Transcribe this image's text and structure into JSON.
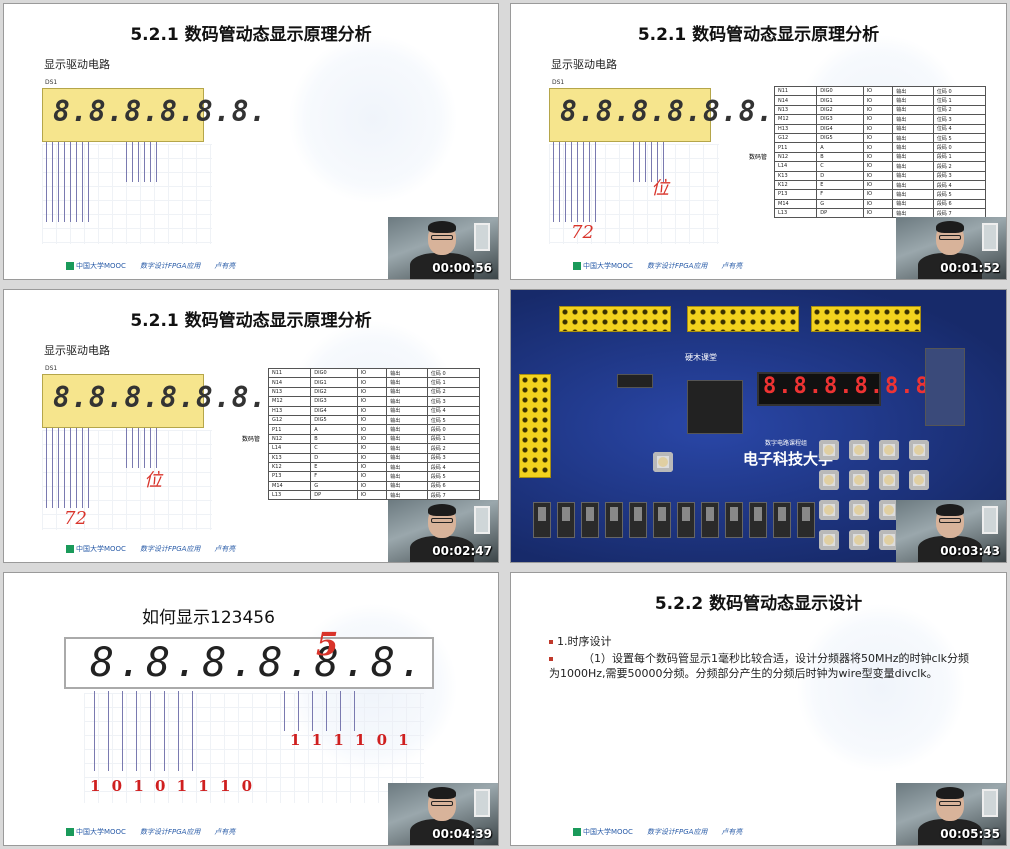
{
  "panels": [
    {
      "title": "5.2.1  数码管动态显示原理分析",
      "subtitle": "显示驱动电路",
      "display_digits": "8.8.8.8.8.8.",
      "time": "00:00:56",
      "handwriting": "",
      "footer": {
        "org": "中国大学MOOC",
        "course": "数字设计FPGA应用",
        "author": "卢有亮"
      }
    },
    {
      "title": "5.2.1  数码管动态显示原理分析",
      "subtitle": "显示驱动电路",
      "display_digits": "8.8.8.8.8.8.",
      "time": "00:01:52",
      "handwriting": "位",
      "handwriting2": "72",
      "footer": {
        "org": "中国大学MOOC",
        "course": "数字设计FPGA应用",
        "author": "卢有亮"
      }
    },
    {
      "title": "5.2.1  数码管动态显示原理分析",
      "subtitle": "显示驱动电路",
      "display_digits": "8.8.8.8.8.8.",
      "time": "00:02:47",
      "handwriting": "位",
      "handwriting2": "72",
      "footer": {
        "org": "中国大学MOOC",
        "course": "数字设计FPGA应用",
        "author": "卢有亮"
      }
    },
    {
      "board_title": "电子科技大学",
      "board_sub": "数字电路课程组",
      "board_brand": "硬木课堂",
      "seg_text": "8.8.8.8.8.8.",
      "time": "00:03:43"
    },
    {
      "title": "如何显示123456",
      "display_digits": "8.8.8.8.8.8.",
      "bits_low": "1 0 1 0 1 1 1 0",
      "bits_high": "1 1 1 1 0 1",
      "hand_digit": "5",
      "time": "00:04:39",
      "footer": {
        "org": "中国大学MOOC",
        "course": "数字设计FPGA应用",
        "author": "卢有亮"
      }
    },
    {
      "title": "5.2.2  数码管动态显示设计",
      "bullet": "1.时序设计",
      "paragraph": "（1）设置每个数码管显示1毫秒比较合适，设计分频器将50MHz的时钟clk分频为1000Hz,需要50000分频。分频部分产生的分频后时钟为wire型变量divclk。",
      "time": "00:05:35",
      "footer": {
        "org": "中国大学MOOC",
        "course": "数字设计FPGA应用",
        "author": "卢有亮"
      }
    }
  ],
  "pin_table": [
    [
      "N11",
      "DIG0",
      "IO",
      "输出",
      "位码 0"
    ],
    [
      "N14",
      "DIG1",
      "IO",
      "输出",
      "位码 1"
    ],
    [
      "N13",
      "DIG2",
      "IO",
      "输出",
      "位码 2"
    ],
    [
      "M12",
      "DIG3",
      "IO",
      "输出",
      "位码 3"
    ],
    [
      "H13",
      "DIG4",
      "IO",
      "输出",
      "位码 4"
    ],
    [
      "G12",
      "DIG5",
      "IO",
      "输出",
      "位码 5"
    ],
    [
      "P11",
      "A",
      "IO",
      "输出",
      "段码 0"
    ],
    [
      "N12",
      "B",
      "IO",
      "输出",
      "段码 1"
    ],
    [
      "L14",
      "C",
      "IO",
      "输出",
      "段码 2"
    ],
    [
      "K13",
      "D",
      "IO",
      "输出",
      "段码 3"
    ],
    [
      "K12",
      "E",
      "IO",
      "输出",
      "段码 4"
    ],
    [
      "P13",
      "F",
      "IO",
      "输出",
      "段码 5"
    ],
    [
      "M14",
      "G",
      "IO",
      "输出",
      "段码 6"
    ],
    [
      "L13",
      "DP",
      "IO",
      "输出",
      "段码 7"
    ]
  ],
  "table_side_label": "数码管"
}
